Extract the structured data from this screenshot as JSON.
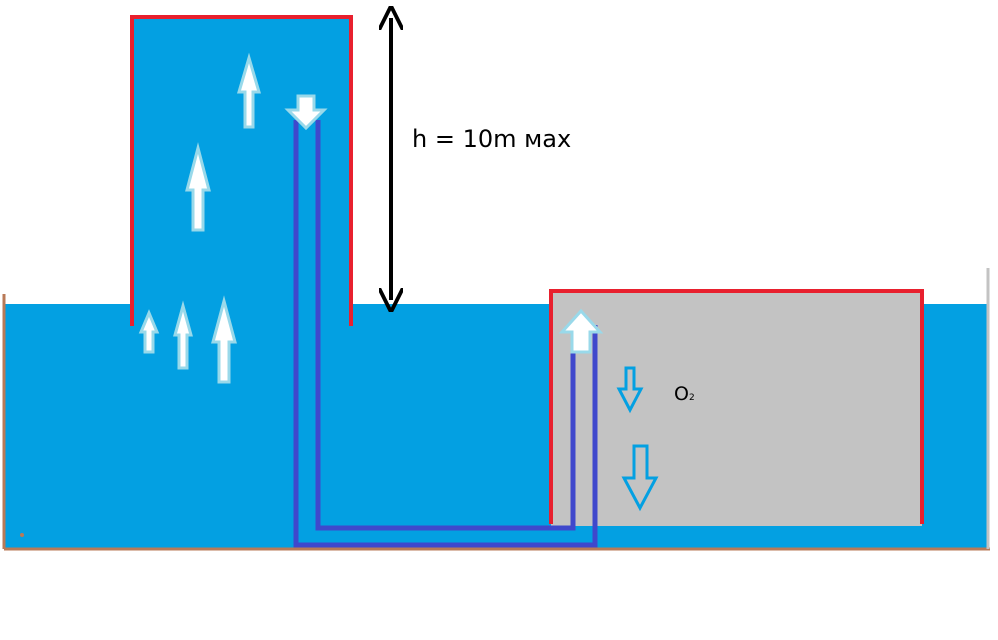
{
  "labels": {
    "height": "h = 10m мах",
    "gas_main": "O",
    "gas_sub": "2"
  },
  "colors": {
    "water": "#03A0E2",
    "container_wall": "#E8202E",
    "pipe": "#3F48CC",
    "gas": "#C3C3C3",
    "ground": "#B97A57",
    "arrow_fill": "#FFFFFF",
    "arrow_outline": "#99D9EA",
    "dimension_arrow": "#000000",
    "down_arrow": "#03A0E2"
  }
}
